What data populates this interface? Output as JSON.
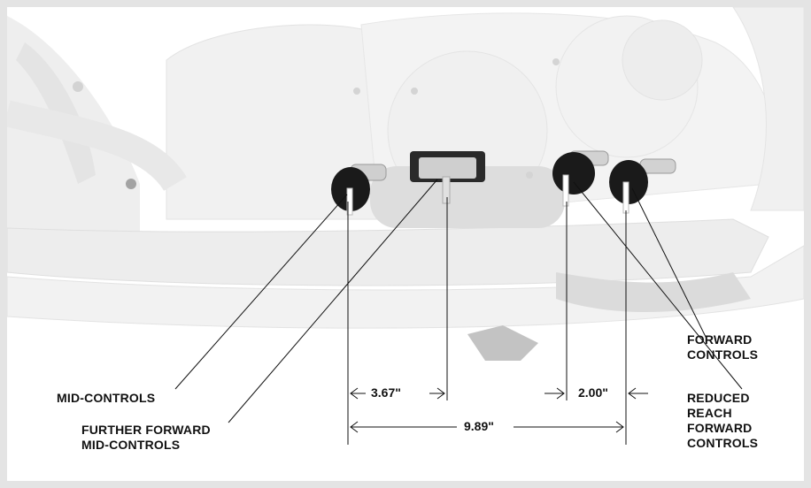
{
  "labels": {
    "mid_controls": "MID-CONTROLS",
    "further_forward": [
      "FURTHER FORWARD",
      "MID-CONTROLS"
    ],
    "forward_controls": [
      "FORWARD",
      "CONTROLS"
    ],
    "reduced_reach": [
      "REDUCED",
      "REACH",
      "FORWARD",
      "CONTROLS"
    ]
  },
  "dimensions": {
    "mid_offset": "3.67\"",
    "forward_offset": "2.00\"",
    "total_span": "9.89\""
  }
}
